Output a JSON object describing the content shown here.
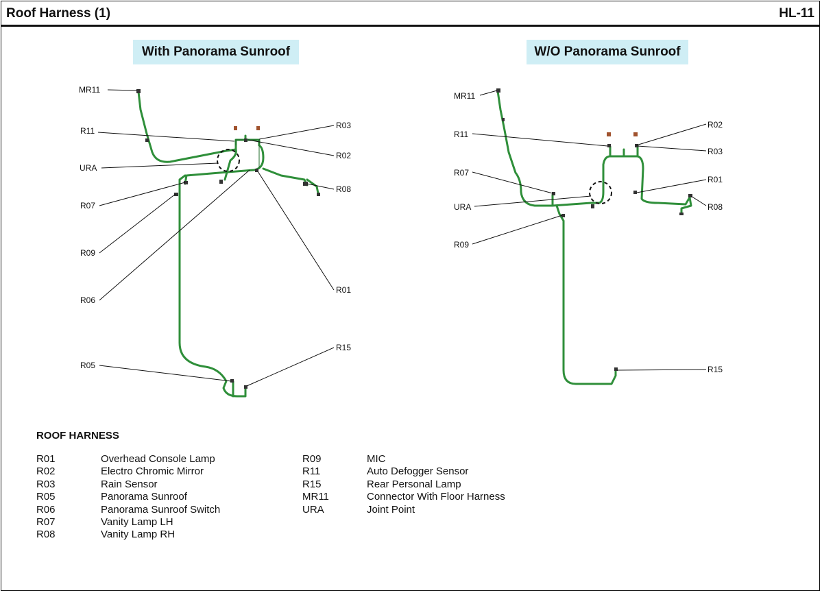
{
  "header": {
    "title": "Roof Harness (1)",
    "code": "HL-11"
  },
  "left_diagram": {
    "title": "With Panorama Sunroof",
    "labels": {
      "MR11": "MR11",
      "R11": "R11",
      "URA": "URA",
      "R07": "R07",
      "R09": "R09",
      "R06": "R06",
      "R05": "R05",
      "R03": "R03",
      "R02": "R02",
      "R08": "R08",
      "R01": "R01",
      "R15": "R15"
    }
  },
  "right_diagram": {
    "title": "W/O Panorama Sunroof",
    "labels": {
      "MR11": "MR11",
      "R11": "R11",
      "R07": "R07",
      "URA": "URA",
      "R09": "R09",
      "R02": "R02",
      "R03": "R03",
      "R01": "R01",
      "R08": "R08",
      "R15": "R15"
    }
  },
  "legend": {
    "title": "ROOF HARNESS",
    "col1": [
      {
        "code": "R01",
        "desc": "Overhead Console Lamp"
      },
      {
        "code": "R02",
        "desc": "Electro Chromic Mirror"
      },
      {
        "code": "R03",
        "desc": "Rain Sensor"
      },
      {
        "code": "R05",
        "desc": "Panorama Sunroof"
      },
      {
        "code": "R06",
        "desc": "Panorama Sunroof Switch"
      },
      {
        "code": "R07",
        "desc": "Vanity Lamp LH"
      },
      {
        "code": "R08",
        "desc": "Vanity Lamp RH"
      }
    ],
    "col2": [
      {
        "code": "R09",
        "desc": "MIC"
      },
      {
        "code": "R11",
        "desc": "Auto Defogger Sensor"
      },
      {
        "code": "R15",
        "desc": "Rear Personal Lamp"
      },
      {
        "code": "MR11",
        "desc": "Connector With Floor Harness"
      },
      {
        "code": "URA",
        "desc": "Joint Point"
      }
    ]
  },
  "colors": {
    "harness": "#2f8f3a",
    "banner": "#cfeef5"
  }
}
